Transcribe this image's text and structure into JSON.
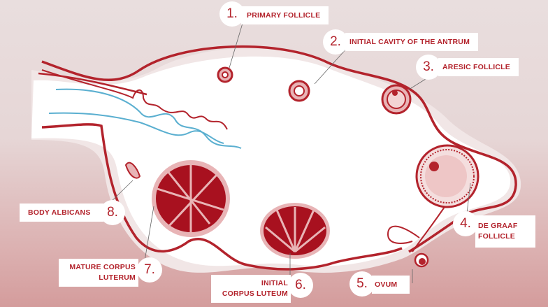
{
  "labels": [
    {
      "number": "1.",
      "text": "PRIMARY FOLLICLE"
    },
    {
      "number": "2.",
      "text": "INITIAL CAVITY OF THE ANTRUM"
    },
    {
      "number": "3.",
      "text": "ARESIC FOLLICLE"
    },
    {
      "number": "4.",
      "text_line1": "DE GRAAF",
      "text_line2": "FOLLICLE"
    },
    {
      "number": "5.",
      "text": "OVUM"
    },
    {
      "number": "6.",
      "text_line1": "INITIAL",
      "text_line2": "CORPUS LUTEUM"
    },
    {
      "number": "7.",
      "text_line1": "MATURE CORPUS",
      "text_line2": "LUTERUM"
    },
    {
      "number": "8.",
      "text": "BODY ALBICANS"
    }
  ],
  "colors": {
    "accent": "#b3232c",
    "vessel": "#5aafd0",
    "tissue": "#e8b4b6"
  }
}
